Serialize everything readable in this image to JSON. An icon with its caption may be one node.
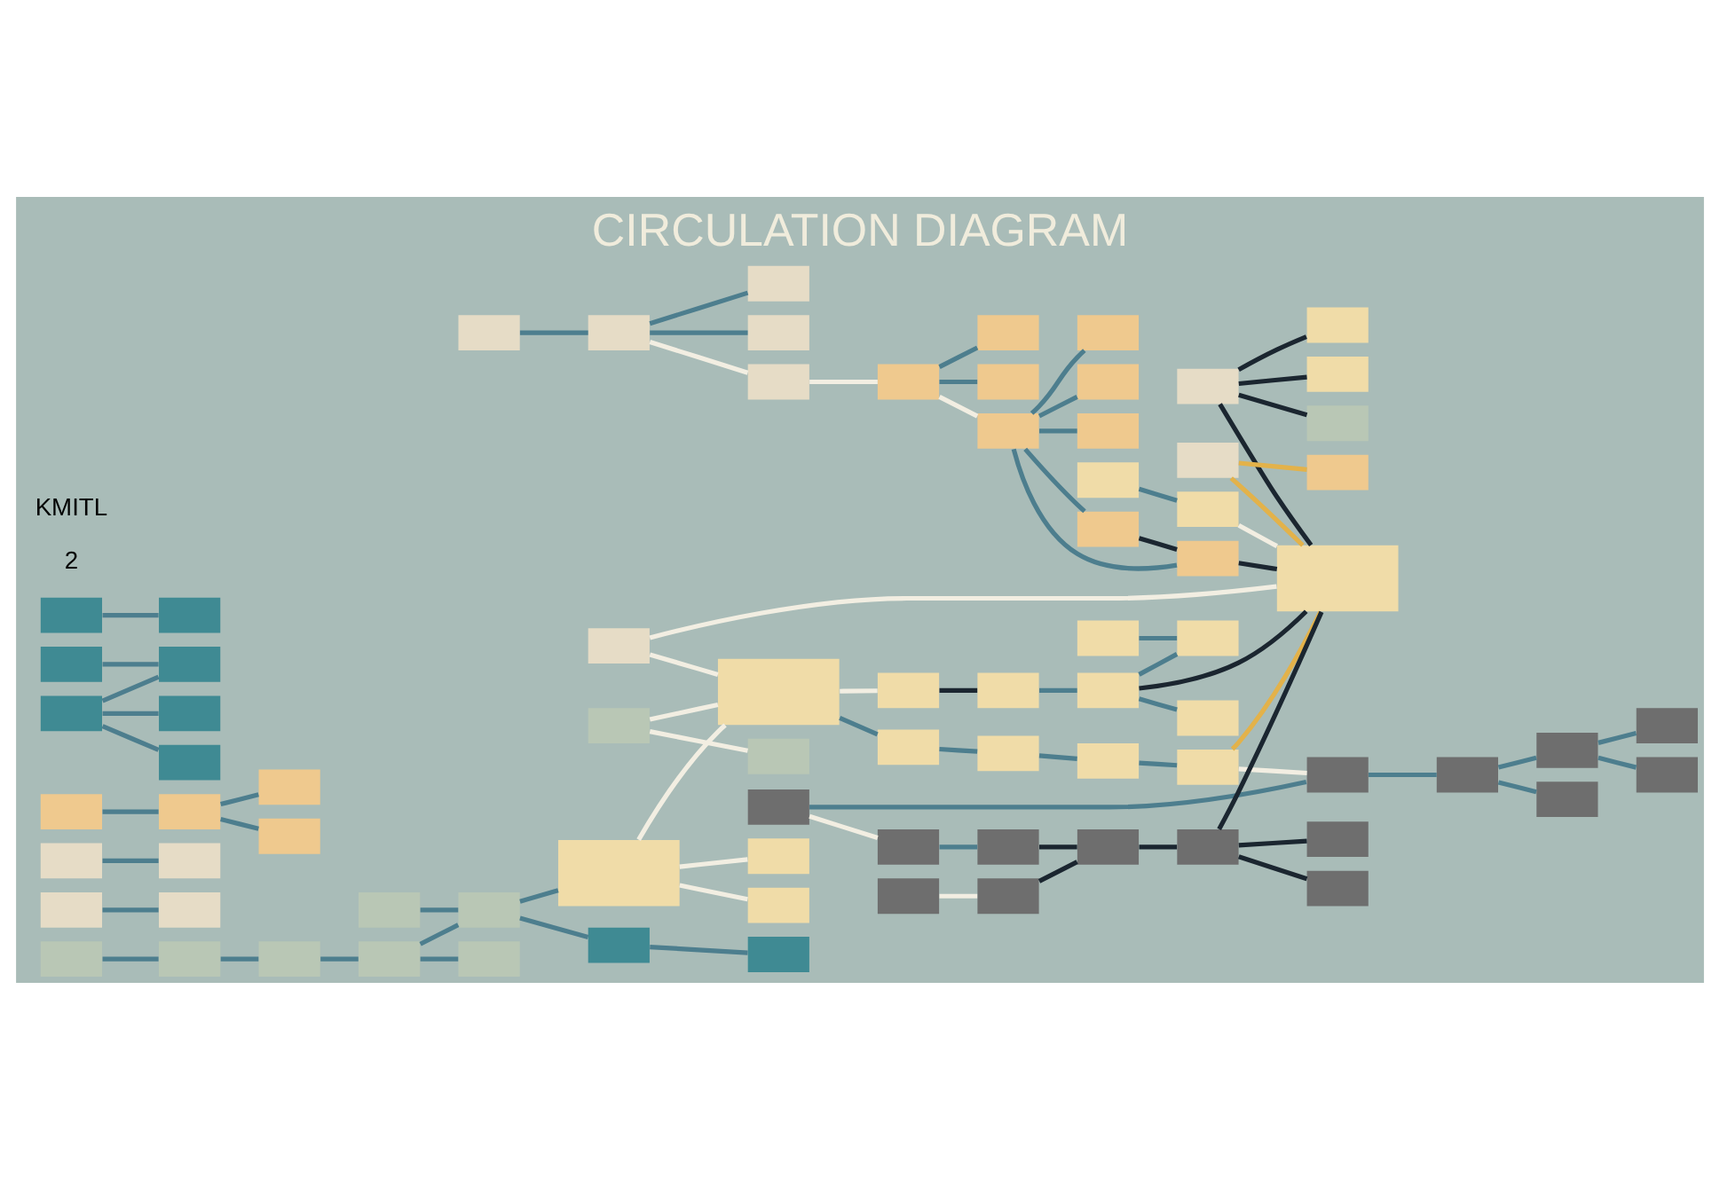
{
  "diagram": {
    "title": "CIRCULATION DIAGRAM",
    "nodes": [
      {
        "text": [],
        "shape": "box"
      },
      {
        "text": [],
        "shape": "box"
      },
      {
        "text": [],
        "shape": "box"
      },
      {
        "text": [],
        "shape": "box"
      },
      {
        "text": [],
        "shape": "box"
      },
      {
        "text": [],
        "shape": "box"
      },
      {
        "text": [],
        "shape": "box"
      },
      {
        "text": [],
        "shape": "box"
      },
      {
        "text": [],
        "shape": "box"
      },
      {
        "text": [],
        "shape": "box"
      },
      {
        "text": [],
        "shape": "box"
      },
      {
        "text": [],
        "shape": "box"
      },
      {
        "text": [],
        "shape": "box"
      },
      {
        "text": [],
        "shape": "box"
      },
      {
        "text": [],
        "shape": "box"
      },
      {
        "text": [],
        "shape": "box"
      },
      {
        "text": [],
        "shape": "box"
      },
      {
        "text": [],
        "shape": "box"
      },
      {
        "text": [],
        "shape": "box"
      },
      {
        "text": [],
        "shape": "box"
      },
      {
        "text": [],
        "shape": "box"
      },
      {
        "text": [],
        "shape": "box"
      },
      {
        "text": [],
        "shape": "box"
      },
      {
        "text": [],
        "shape": "box"
      },
      {
        "text": [],
        "shape": "box"
      },
      {
        "text": [],
        "shape": "box"
      },
      {
        "text": [],
        "shape": "box"
      },
      {
        "text": [],
        "shape": "box"
      },
      {
        "text": [],
        "shape": "box"
      },
      {
        "text": [],
        "shape": "box"
      },
      {
        "text": [],
        "shape": "box"
      },
      {
        "text": [],
        "shape": "box"
      },
      {
        "text": [],
        "shape": "box"
      },
      {
        "text": [],
        "shape": "box"
      },
      {
        "text": [],
        "shape": "box"
      },
      {
        "text": [],
        "shape": "box"
      },
      {
        "text": [],
        "shape": "box"
      },
      {
        "text": [],
        "shape": "box"
      },
      {
        "text": [],
        "shape": "box"
      },
      {
        "text": [],
        "shape": "box"
      },
      {
        "text": [],
        "shape": "box"
      },
      {
        "text": [],
        "shape": "box"
      },
      {
        "text": [],
        "shape": "box"
      },
      {
        "text": [],
        "shape": "box"
      },
      {
        "text": [],
        "shape": "box"
      },
      {
        "text": [],
        "shape": "box"
      },
      {
        "text": [],
        "shape": "box"
      },
      {
        "text": [],
        "shape": "box"
      },
      {
        "text": [],
        "shape": "box"
      },
      {
        "text": [],
        "shape": "box"
      },
      {
        "text": [],
        "shape": "box"
      },
      {
        "text": [],
        "shape": "box"
      },
      {
        "text": [],
        "shape": "box"
      },
      {
        "text": [],
        "shape": "box"
      },
      {
        "text": [],
        "shape": "box"
      },
      {
        "text": [],
        "shape": "box"
      },
      {
        "text": [],
        "shape": "box"
      },
      {
        "text": [],
        "shape": "box"
      },
      {
        "text": [],
        "shape": "box"
      },
      {
        "text": [],
        "shape": "box"
      },
      {
        "text": [],
        "shape": "box"
      },
      {
        "text": [],
        "shape": "box"
      },
      {
        "text": [],
        "shape": "box"
      },
      {
        "text": [],
        "shape": "box"
      },
      {
        "text": [],
        "shape": "box"
      },
      {
        "text": [],
        "shape": "box"
      },
      {
        "text": [],
        "shape": "box"
      },
      {
        "text": [],
        "shape": "box"
      },
      {
        "text": [],
        "shape": "box"
      },
      {
        "text": [],
        "shape": "box"
      },
      {
        "text": [],
        "shape": "box"
      },
      {
        "text": [],
        "shape": "box"
      },
      {
        "text": [],
        "shape": "box"
      },
      {
        "text": [],
        "shape": "box"
      },
      {
        "text": [],
        "shape": "box"
      },
      {
        "text": [],
        "shape": "box"
      },
      {
        "text": [],
        "shape": "box"
      },
      {
        "text": [],
        "shape": "box"
      },
      {
        "text": [],
        "shape": "box"
      }
    ],
    "edges": [
      {
        "from": 1,
        "to": 2,
        "arrow": "none"
      },
      {
        "from": 3,
        "to": 4,
        "arrow": "none"
      },
      {
        "from": 0,
        "to": 5,
        "arrow": "none"
      },
      {
        "from": 5,
        "to": 6,
        "arrow": "none"
      },
      {
        "from": 5,
        "to": 8,
        "arrow": "none"
      },
      {
        "from": 5,
        "to": 7,
        "arrow": "none",
        "color": "#f2eee2"
      },
      {
        "from": 7,
        "to": 21,
        "arrow": "none",
        "color": "#f2eee2"
      },
      {
        "from": 9,
        "to": 63,
        "arrow": "none",
        "color": "#1b2630"
      },
      {
        "from": 10,
        "to": 63,
        "arrow": "none",
        "color": "#e3b24a"
      },
      {
        "from": 11,
        "to": 63,
        "arrow": "none",
        "color": "#f2eee2"
      },
      {
        "from": 12,
        "to": 13,
        "arrow": "none"
      },
      {
        "from": 13,
        "to": 14,
        "arrow": "none"
      },
      {
        "from": 14,
        "to": 15,
        "arrow": "none"
      },
      {
        "from": 15,
        "to": 17,
        "arrow": "none"
      },
      {
        "from": 16,
        "to": 17,
        "arrow": "none"
      },
      {
        "from": 15,
        "to": 20,
        "arrow": "none"
      },
      {
        "from": 18,
        "to": 19,
        "arrow": "none",
        "color": "#f2eee2"
      },
      {
        "from": 17,
        "to": 38,
        "arrow": "none"
      },
      {
        "from": 18,
        "to": 41,
        "arrow": "none",
        "color": "#f2eee2"
      },
      {
        "from": 21,
        "to": 22,
        "arrow": "none"
      },
      {
        "from": 21,
        "to": 23,
        "arrow": "none",
        "color": "#f2eee2"
      },
      {
        "from": 21,
        "to": 24,
        "arrow": "none"
      },
      {
        "from": 25,
        "to": 26,
        "arrow": "none"
      },
      {
        "from": 26,
        "to": 28,
        "arrow": "none"
      },
      {
        "from": 26,
        "to": 29,
        "arrow": "none"
      },
      {
        "from": 23,
        "to": 27,
        "arrow": "none"
      },
      {
        "from": 23,
        "to": 30,
        "arrow": "none"
      },
      {
        "from": 23,
        "to": 32,
        "arrow": "none"
      },
      {
        "from": 23,
        "to": 31,
        "arrow": "none"
      },
      {
        "from": 23,
        "to": 33,
        "arrow": "none"
      },
      {
        "from": 31,
        "to": 33,
        "arrow": "none",
        "color": "#1b2630"
      },
      {
        "from": 33,
        "to": 63,
        "arrow": "none",
        "color": "#1b2630"
      },
      {
        "from": 10,
        "to": 35,
        "arrow": "none",
        "color": "#e3b24a"
      },
      {
        "from": 9,
        "to": 34,
        "arrow": "none",
        "color": "#1b2630"
      },
      {
        "from": 9,
        "to": 36,
        "arrow": "none",
        "color": "#1b2630"
      },
      {
        "from": 9,
        "to": 37,
        "arrow": "none",
        "color": "#1b2630"
      },
      {
        "from": 11,
        "to": 41,
        "arrow": "none",
        "color": "#f2eee2"
      },
      {
        "from": 38,
        "to": 39,
        "arrow": "none",
        "color": "#f2eee2"
      },
      {
        "from": 38,
        "to": 40,
        "arrow": "none",
        "color": "#f2eee2"
      },
      {
        "from": 38,
        "to": 41,
        "arrow": "none",
        "color": "#f2eee2"
      },
      {
        "from": 41,
        "to": 42,
        "arrow": "none"
      },
      {
        "from": 42,
        "to": 43,
        "arrow": "none"
      },
      {
        "from": 43,
        "to": 44,
        "arrow": "none"
      },
      {
        "from": 44,
        "to": 45,
        "arrow": "none"
      },
      {
        "from": 17,
        "to": 46,
        "arrow": "none"
      },
      {
        "from": 46,
        "to": 53,
        "arrow": "none"
      },
      {
        "from": 47,
        "to": 50,
        "arrow": "none"
      },
      {
        "from": 48,
        "to": 52,
        "arrow": "none"
      },
      {
        "from": 49,
        "to": 50,
        "arrow": "none"
      },
      {
        "from": 49,
        "to": 51,
        "arrow": "none"
      },
      {
        "from": 49,
        "to": 54,
        "arrow": "none"
      },
      {
        "from": 55,
        "to": 56,
        "arrow": "none",
        "color": "#1b2630"
      },
      {
        "from": 41,
        "to": 55,
        "arrow": "none",
        "color": "#f2eee2"
      },
      {
        "from": 56,
        "to": 58,
        "arrow": "none"
      },
      {
        "from": 57,
        "to": 59,
        "arrow": "none"
      },
      {
        "from": 58,
        "to": 59,
        "arrow": "none"
      },
      {
        "from": 58,
        "to": 62,
        "arrow": "none"
      },
      {
        "from": 60,
        "to": 61,
        "arrow": "none"
      },
      {
        "from": 61,
        "to": 63,
        "arrow": "none",
        "color": "#f2eee2"
      },
      {
        "from": 58,
        "to": 63,
        "arrow": "none",
        "color": "#1b2630"
      },
      {
        "from": 45,
        "to": 63,
        "arrow": "none",
        "color": "#e3b24a"
      },
      {
        "from": 76,
        "to": 63,
        "arrow": "none",
        "color": "#1b2630"
      },
      {
        "from": 64,
        "to": 65,
        "arrow": "none",
        "color": "#f2eee2"
      },
      {
        "from": 65,
        "to": 66,
        "arrow": "none"
      },
      {
        "from": 66,
        "to": 69,
        "arrow": "none",
        "color": "#1b2630"
      },
      {
        "from": 67,
        "to": 68,
        "arrow": "none",
        "color": "#f2eee2"
      },
      {
        "from": 68,
        "to": 69,
        "arrow": "none",
        "color": "#1b2630"
      },
      {
        "from": 69,
        "to": 76,
        "arrow": "none",
        "color": "#1b2630"
      },
      {
        "from": 76,
        "to": 77,
        "arrow": "none",
        "color": "#1b2630"
      },
      {
        "from": 76,
        "to": 78,
        "arrow": "none",
        "color": "#1b2630"
      },
      {
        "from": 70,
        "to": 71,
        "arrow": "none"
      },
      {
        "from": 71,
        "to": 72,
        "arrow": "none"
      },
      {
        "from": 72,
        "to": 73,
        "arrow": "none"
      },
      {
        "from": 72,
        "to": 75,
        "arrow": "none"
      },
      {
        "from": 71,
        "to": 74,
        "arrow": "none"
      },
      {
        "from": 45,
        "to": 70,
        "arrow": "none",
        "color": "#f2eee2"
      },
      {
        "from": 64,
        "to": 70,
        "arrow": "none"
      }
    ],
    "labels": [
      "2",
      "KMITL"
    ]
  }
}
